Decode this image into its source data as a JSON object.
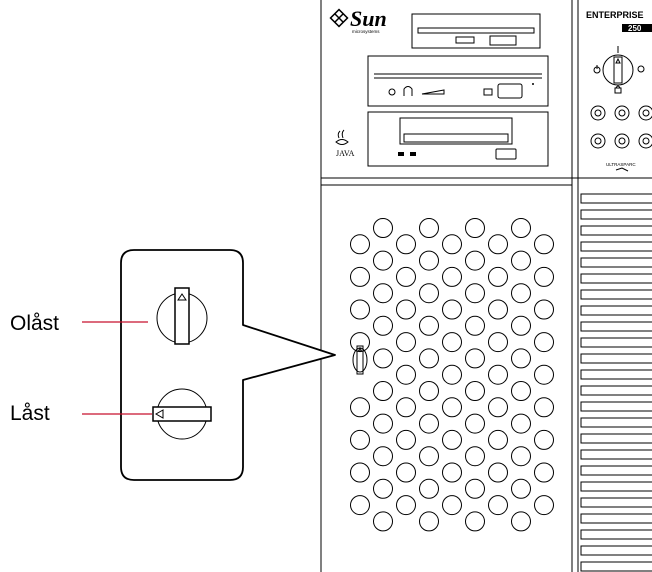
{
  "callout": {
    "unlocked_label": "Olåst",
    "locked_label": "Låst"
  },
  "server": {
    "brand": "Sun",
    "brand_sub": "microsystems",
    "java_label": "JAVA",
    "model_name": "ENTERPRISE",
    "model_number": "250",
    "ultrasparc_label": "ULTRASPARC"
  },
  "colors": {
    "leader_line": "#c8102e",
    "outline": "#000000",
    "background": "#ffffff"
  }
}
